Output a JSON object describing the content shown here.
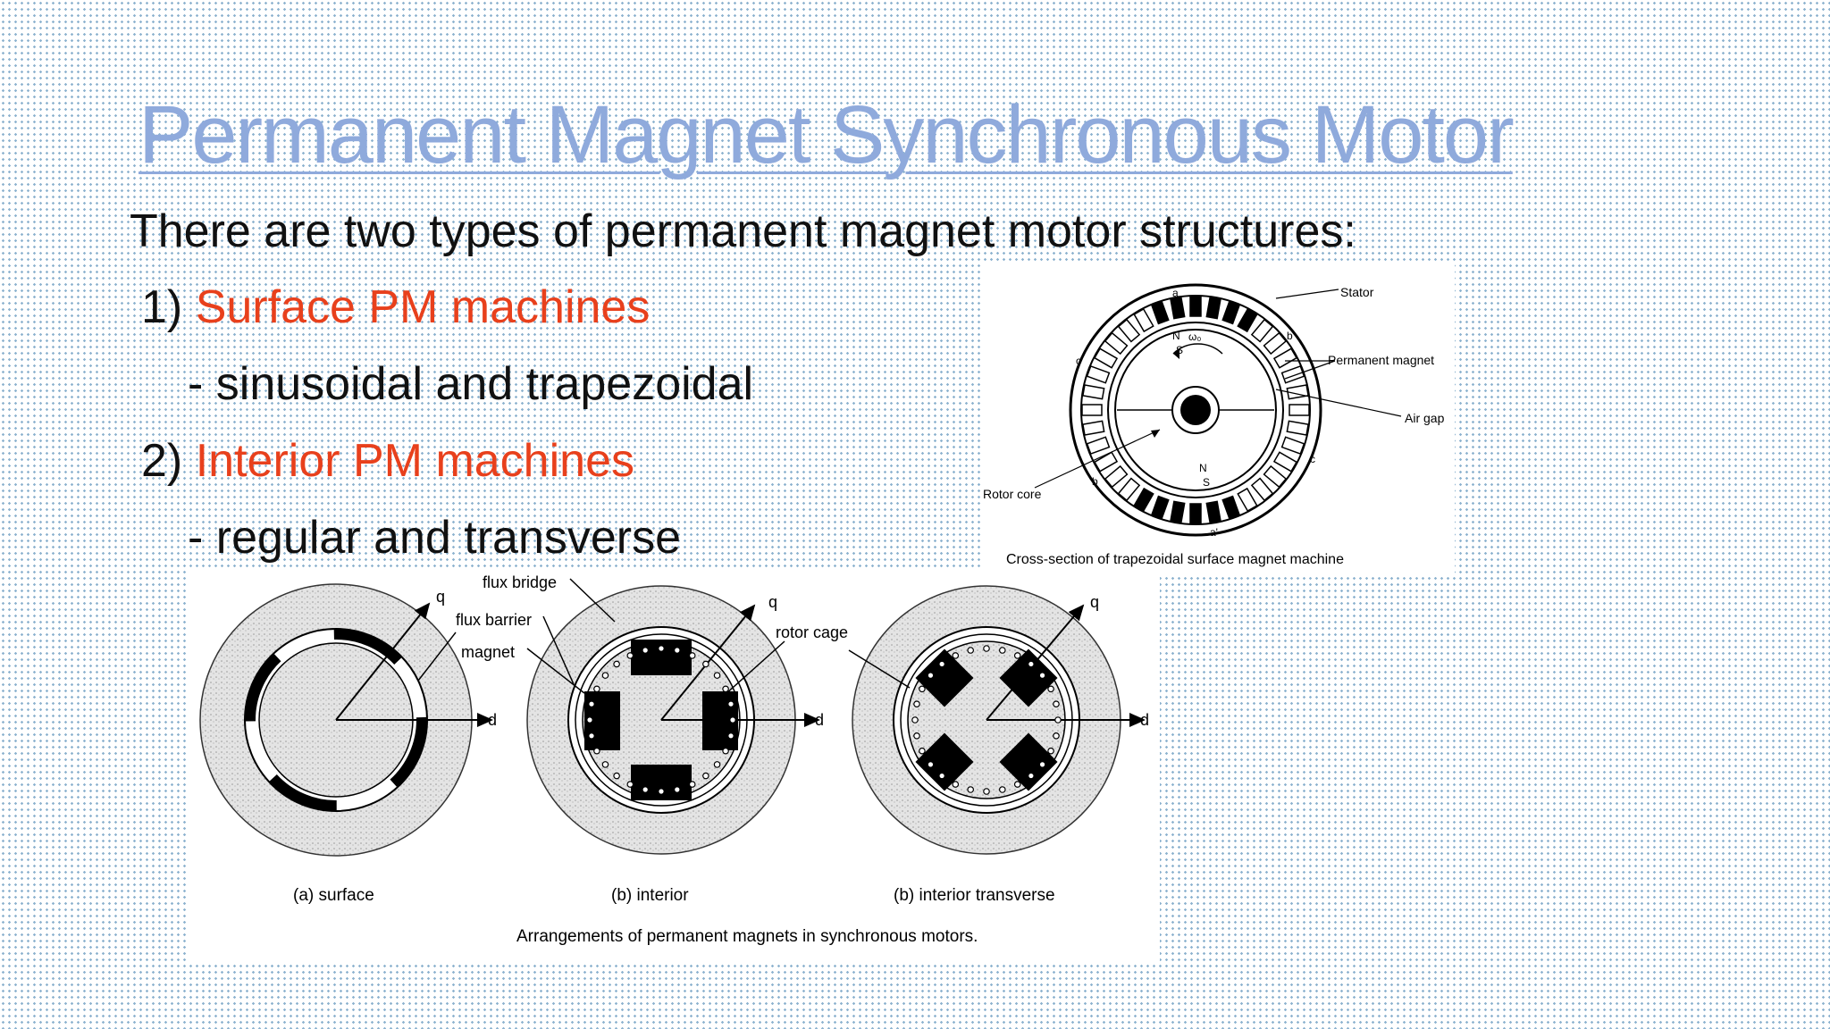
{
  "slide": {
    "title": "Permanent Magnet Synchronous Motor",
    "intro": "There are two types of permanent magnet motor structures:",
    "items": [
      {
        "number": "1)",
        "label": "Surface PM machines",
        "sub": "- sinusoidal and trapezoidal"
      },
      {
        "number": "2)",
        "label": "Interior PM machines",
        "sub": "- regular and transverse"
      }
    ]
  },
  "figure_trapezoidal": {
    "caption": "Cross-section of trapezoidal surface magnet machine",
    "labels": {
      "stator": "Stator",
      "permanent_magnet": "Permanent magnet",
      "air_gap": "Air gap",
      "rotor_core": "Rotor core",
      "omega": "ω₀",
      "n_top": "N",
      "s_top": "S",
      "n_bottom": "N",
      "s_bottom": "S",
      "a": "a",
      "a_prime": "a'",
      "b": "b",
      "b_prime": "b'",
      "c": "c",
      "c_prime": "c'"
    }
  },
  "figure_arrangements": {
    "caption": "Arrangements of permanent magnets in synchronous motors.",
    "labels": {
      "flux_bridge": "flux bridge",
      "flux_barrier": "flux barrier",
      "magnet": "magnet",
      "rotor_cage": "rotor cage",
      "q": "q",
      "d": "d"
    },
    "panels": [
      "(a) surface",
      "(b) interior",
      "(b) interior transverse"
    ]
  },
  "colors": {
    "title": "#8faadc",
    "highlight": "#e8401c",
    "text": "#111111",
    "dots": "#8fb4d0"
  }
}
